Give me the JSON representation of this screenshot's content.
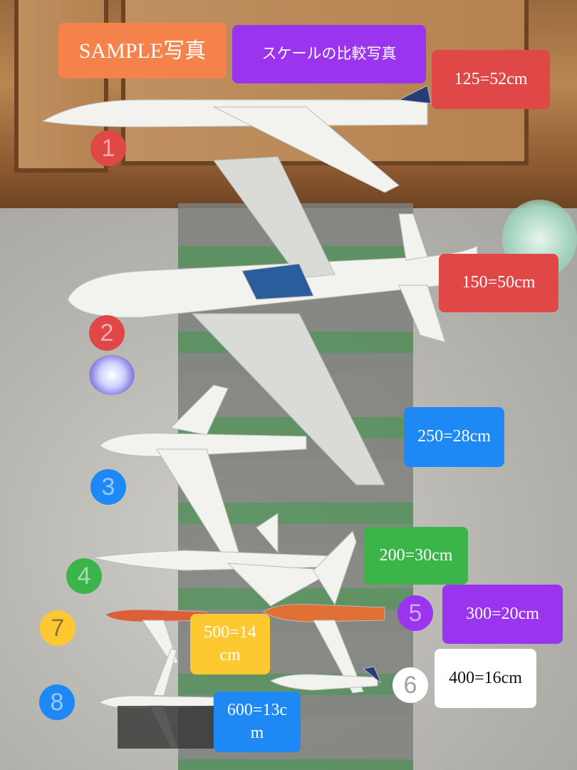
{
  "header": {
    "sample_label": "SAMPLE写真",
    "subtitle": "スケールの比較写真"
  },
  "models": [
    {
      "number": "1",
      "scale": "125=52cm",
      "color": "#e04747"
    },
    {
      "number": "2",
      "scale": "150=50cm",
      "color": "#e04747"
    },
    {
      "number": "3",
      "scale": "250=28cm",
      "color": "#1e88f5"
    },
    {
      "number": "4",
      "scale": "200=30cm",
      "color": "#3bb44a"
    },
    {
      "number": "5",
      "scale": "300=20cm",
      "color": "#9b34ef"
    },
    {
      "number": "6",
      "scale": "400=16cm",
      "color": "#ffffff"
    },
    {
      "number": "7",
      "scale": "500=14cm",
      "color": "#fdc830"
    },
    {
      "number": "8",
      "scale": "600=13cm",
      "color": "#1e88f5"
    }
  ],
  "colors": {
    "sample": "#f5824b",
    "subtitle": "#9b34ef"
  }
}
